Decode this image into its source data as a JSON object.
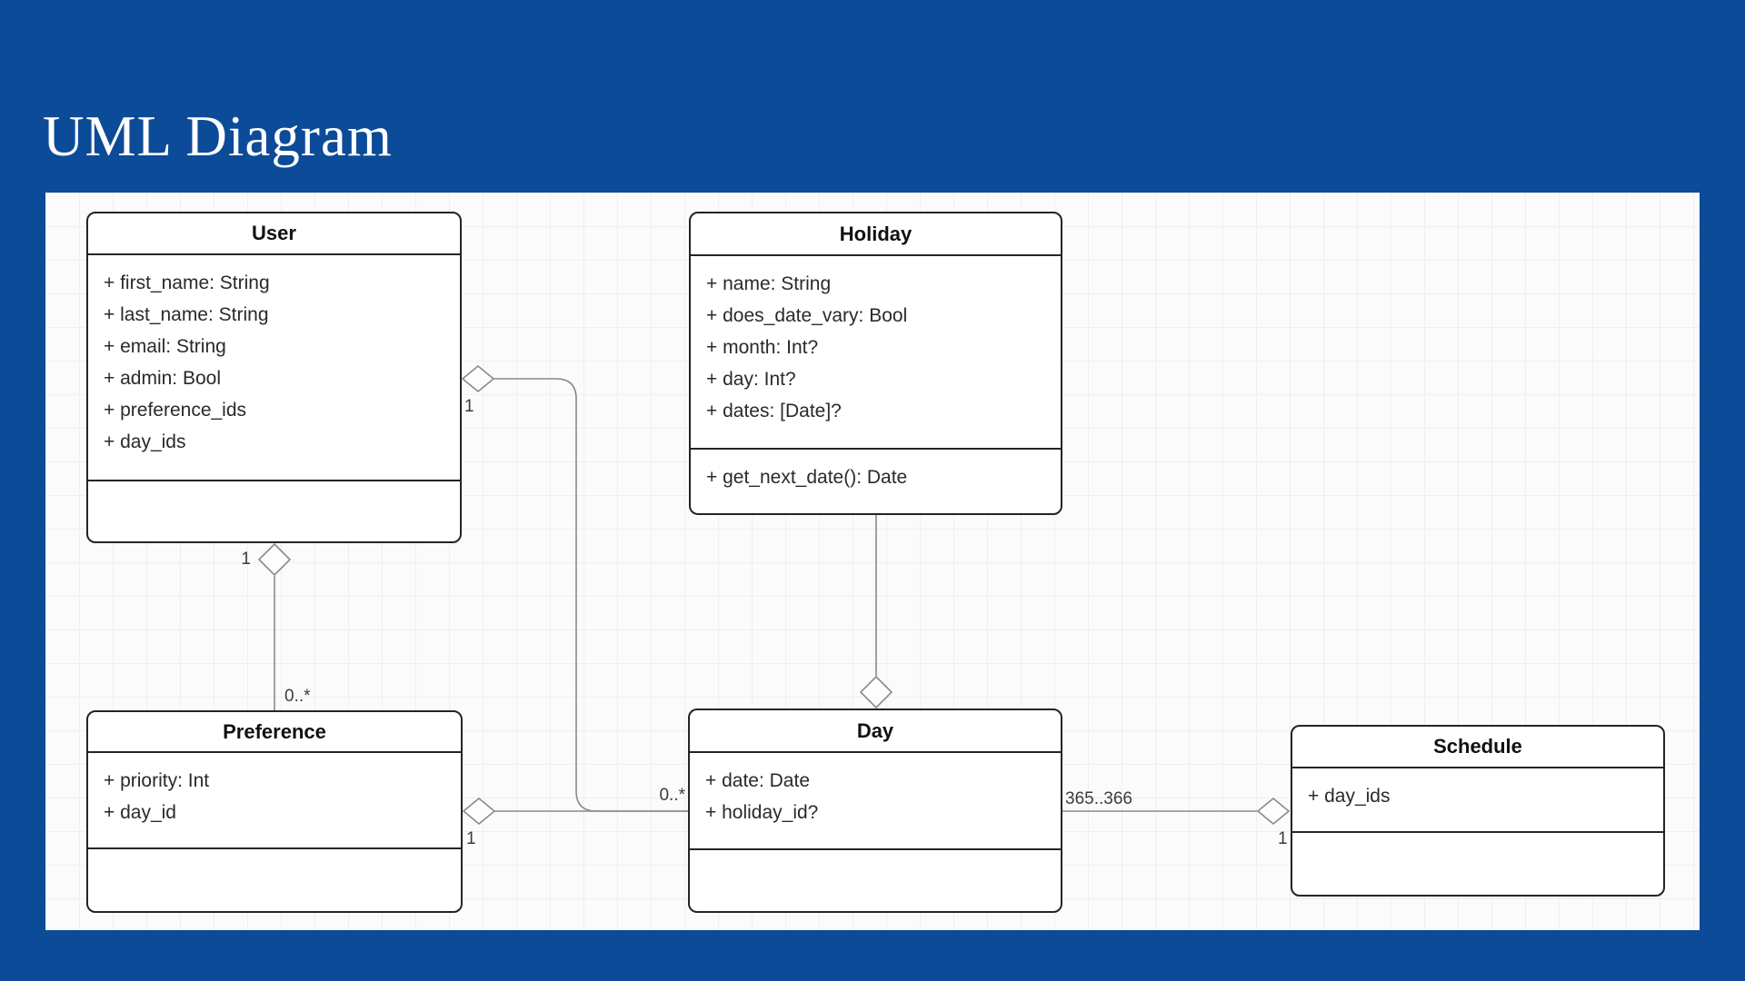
{
  "slide": {
    "title": "UML Diagram"
  },
  "colors": {
    "frame_blue": "#0c4b97",
    "canvas_background": "#fcfbfb",
    "grid_line": "#f1edf0",
    "box_border": "#242424",
    "edge_gray": "#8a8a8a",
    "text_dark": "#2a2a2a"
  },
  "classes": [
    {
      "name": "User",
      "attributes": [
        "+ first_name: String",
        "+ last_name: String",
        "+ email: String",
        "+ admin: Bool",
        "+ preference_ids",
        "+ day_ids"
      ],
      "methods": []
    },
    {
      "name": "Holiday",
      "attributes": [
        "+ name: String",
        "+ does_date_vary: Bool",
        "+ month: Int?",
        "+ day: Int?",
        "+ dates: [Date]?"
      ],
      "methods": [
        "+ get_next_date(): Date"
      ]
    },
    {
      "name": "Preference",
      "attributes": [
        "+ priority: Int",
        "+ day_id"
      ],
      "methods": []
    },
    {
      "name": "Day",
      "attributes": [
        "+ date: Date",
        "+ holiday_id?"
      ],
      "methods": []
    },
    {
      "name": "Schedule",
      "attributes": [
        "+ day_ids"
      ],
      "methods": []
    }
  ],
  "relationships": [
    {
      "from": "User",
      "to": "Preference",
      "type": "aggregation",
      "from_label": "1",
      "to_label": "0..*"
    },
    {
      "from": "User",
      "to": "Day",
      "type": "aggregation",
      "from_label": "1",
      "to_label": "0..*"
    },
    {
      "from": "Preference",
      "to": "Day",
      "type": "aggregation",
      "from_label": "1",
      "to_label": ""
    },
    {
      "from": "Holiday",
      "to": "Day",
      "type": "aggregation",
      "from_label": "",
      "to_label": ""
    },
    {
      "from": "Schedule",
      "to": "Day",
      "type": "aggregation",
      "from_label": "1",
      "to_label": "365..366"
    }
  ]
}
